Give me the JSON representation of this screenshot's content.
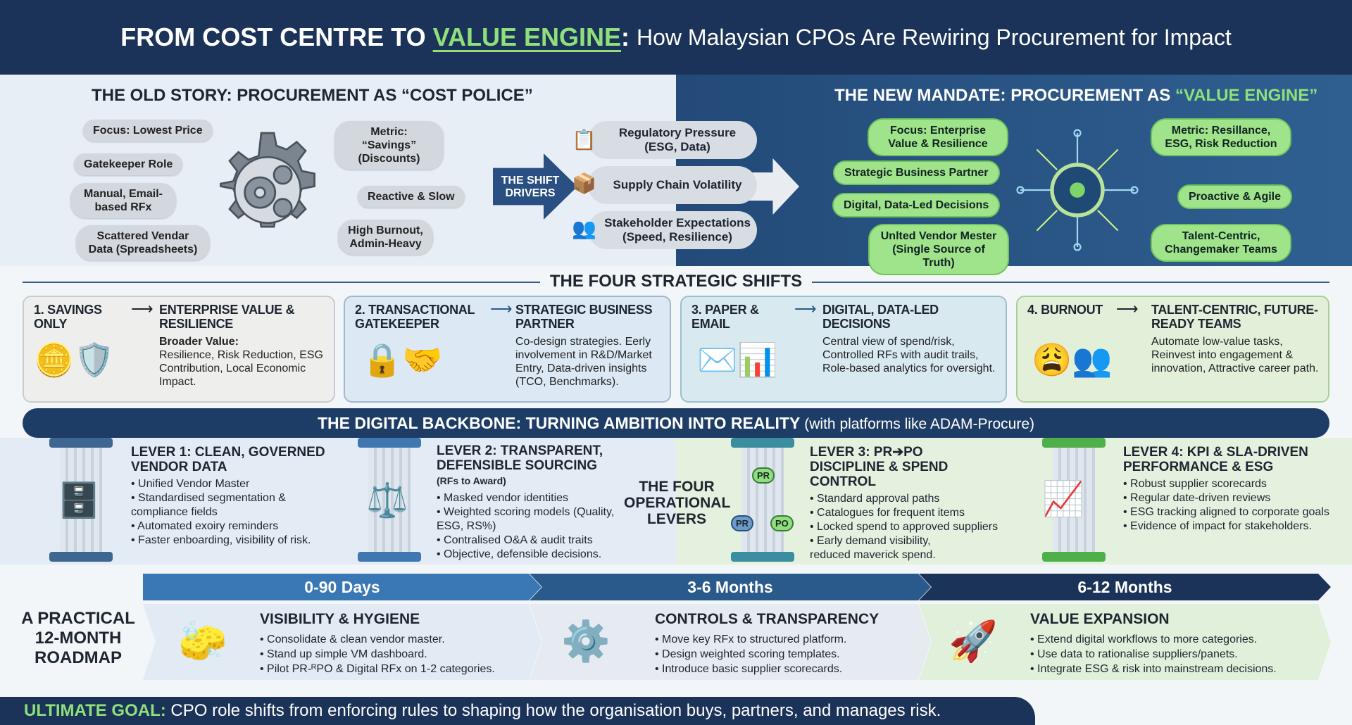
{
  "header": {
    "title_part1": "FROM COST CENTRE TO",
    "title_highlight": "VALUE ENGINE",
    "title_colon": ":",
    "subtitle": "How Malaysian CPOs Are Rewiring Procurement for Impact"
  },
  "old_story": {
    "title": "THE OLD STORY: PROCUREMENT AS “COST POLICE”",
    "items": [
      "Focus: Lowest Price",
      "Gatekeeper Role",
      "Manual, Email-based RFx",
      "Scattered Vendar Data (Spreadsheets)",
      "Metric: “Savings” (Discounts)",
      "Reactive & Slow",
      "High Burnout, Admin-Heavy"
    ]
  },
  "shift_drivers": {
    "label": "THE SHIFT DRIVERS",
    "items": [
      "Regulatory Pressure (ESG, Data)",
      "Supply Chain Volatility",
      "Stakeholder Expectations (Speed, Resilience)"
    ]
  },
  "new_mandate": {
    "title_part1": "THE NEW MANDATE: PROCUREMENT AS",
    "title_highlight": "“VALUE ENGINE”",
    "items": [
      "Focus: Enterprise Value & Resilience",
      "Strategic Business Partner",
      "Digital, Data-Led Decisions",
      "Unlted Vendor Mester (Single Source of Truth)",
      "Metric: Resillance, ESG, Risk Reduction",
      "Proactive & Agile",
      "Talent-Centric, Changemaker Teams"
    ]
  },
  "four_shifts": {
    "title": "THE FOUR STRATEGIC SHIFTS",
    "cards": [
      {
        "from": "1. SAVINGS ONLY",
        "to": "ENTERPRISE VALUE & RESILIENCE",
        "desc_bold": "Broader Value:",
        "desc": "Resilience, Risk Reduction, ESG Contribution, Local Economic Impact."
      },
      {
        "from": "2. TRANSACTIONAL GATEKEEPER",
        "to": "STRATEGIC BUSINESS PARTNER",
        "desc_bold": "",
        "desc": "Co-design strategies. Eerly involvement in R&D/Market Entry, Data-driven insights (TCO, Benchmarks)."
      },
      {
        "from": "3. PAPER & EMAIL",
        "to": "DIGITAL, DATA-LED DECISIONS",
        "desc_bold": "",
        "desc": "Central view of spend/risk, Controlled RFs with audit trails, Role-based analytics for oversight."
      },
      {
        "from": "4. BURNOUT",
        "to": "TALENT-CENTRIC, FUTURE-READY TEAMS",
        "desc_bold": "",
        "desc": "Automate low-value tasks, Reinvest into engagement & innovation, Attractive career path."
      }
    ],
    "arrow": "⟶"
  },
  "backbone": {
    "title": "THE DIGITAL BACKBONE: TURNING AMBITION INTO REALITY",
    "note": "(with platforms like ADAM-Procure)"
  },
  "levers": {
    "center_label": "THE FOUR OPERATIONAL LEVERS",
    "items": [
      {
        "title": "LEVER 1: CLEAN, GOVERNED VENDOR DATA",
        "small": "",
        "bullets": [
          "Unified Vendor Master",
          "Standardised segmentation & compliance fields",
          "Automated exoiry reminders",
          "Faster enboarding, visibility of risk."
        ]
      },
      {
        "title": "LEVER 2: TRANSPARENT, DEFENSIBLE SOURCING",
        "small": "(RFs to Award)",
        "bullets": [
          "Masked vendor identities",
          "Weighted scoring models (Quality, ESG, RS%)",
          "Contralised O&A & audit traits",
          "Objective, defensible decisions."
        ]
      },
      {
        "title": "LEVER 3: PR➔PO DISCIPLINE & SPEND CONTROL",
        "small": "",
        "bullets": [
          "Standard approval paths",
          "Catalogues for frequent items",
          "Locked spend to approved suppliers",
          "Early demand visibility, reduced maverick spend."
        ]
      },
      {
        "title": "LEVER 4: KPI & SLA-DRIVEN PERFORMANCE & ESG",
        "small": "",
        "bullets": [
          "Robust supplier scorecards",
          "Regular date-driven reviews",
          "ESG tracking aligned to corporate goals",
          "Evidence of impact for stakeholders."
        ]
      }
    ],
    "pr_label": "PR",
    "po_label": "PO"
  },
  "roadmap": {
    "label": "A PRACTICAL 12-MONTH ROADMAP",
    "phases": [
      {
        "period": "0-90 Days",
        "title": "VISIBILITY & HYGIENE",
        "bullets": [
          "Consolidate & clean vendor master.",
          "Stand up simple VM dashboard.",
          "Pilot PR-ᴿPO & Digital RFx on 1-2 categories."
        ]
      },
      {
        "period": "3-6 Months",
        "title": "CONTROLS & TRANSPARENCY",
        "bullets": [
          "Move key RFx to structured platform.",
          "Design weighted scoring templates.",
          "Introduce basic supplier scorecards."
        ]
      },
      {
        "period": "6-12 Months",
        "title": "VALUE EXPANSION",
        "bullets": [
          "Extend digital workflows to more categories.",
          "Use data to rationalise suppliers/panets.",
          "Integrate ESG & risk into mainstream decisions."
        ]
      }
    ]
  },
  "goal": {
    "label": "ULTIMATE GOAL:",
    "text": "CPO role shifts from enforcing rules to shaping how the organisation buys, partners, and manages risk."
  },
  "colors": {
    "navy": "#1b3358",
    "blue": "#2f5f91",
    "green": "#8fe07a",
    "pill_green": "#9fe38b",
    "light_blue": "#e3ebf4",
    "light_green": "#e4f1df"
  }
}
